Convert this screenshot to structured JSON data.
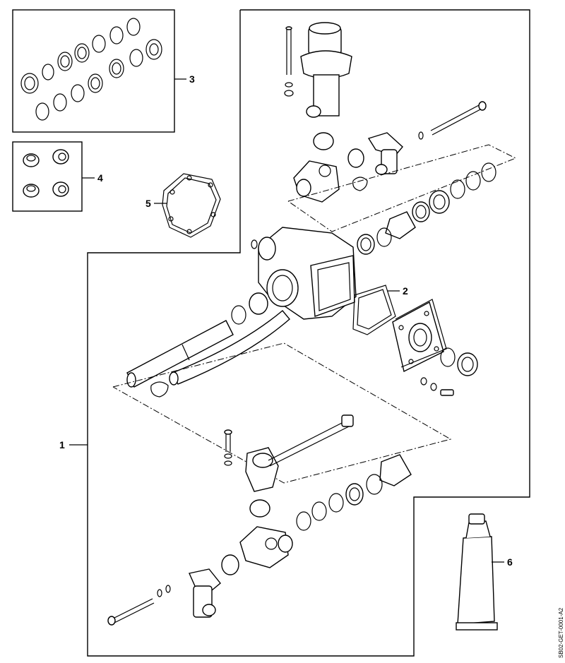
{
  "document_id": "SB02-GET-0001-A2",
  "callouts": [
    {
      "label": "1"
    },
    {
      "label": "2"
    },
    {
      "label": "3"
    },
    {
      "label": "4"
    },
    {
      "label": "5"
    },
    {
      "label": "6"
    }
  ]
}
